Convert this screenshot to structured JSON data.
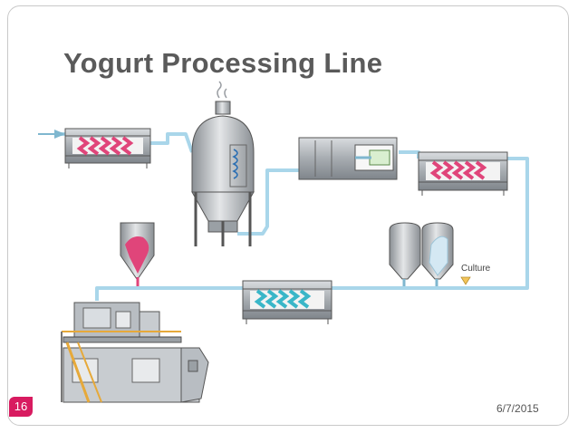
{
  "slide": {
    "title": "Yogurt Processing Line",
    "slide_number": "16",
    "date": "6/7/2015"
  },
  "diagram": {
    "labels": {
      "culture": "Culture"
    },
    "colors": {
      "pipe": "#a9d6ea",
      "pipe_outline": "#7fb7cf",
      "heater_coil": "#e0457a",
      "cooler_coil": "#39b6c8",
      "hopper_fill": "#e0457a",
      "culture_fill": "#d4e8f3",
      "culture_arrow": "#f2c45a",
      "equipment_gray": "#8f9499",
      "equipment_light": "#c8ccd0"
    },
    "icons": [
      "input-arrow-icon",
      "culture-arrow-icon",
      "steam-icon"
    ]
  }
}
